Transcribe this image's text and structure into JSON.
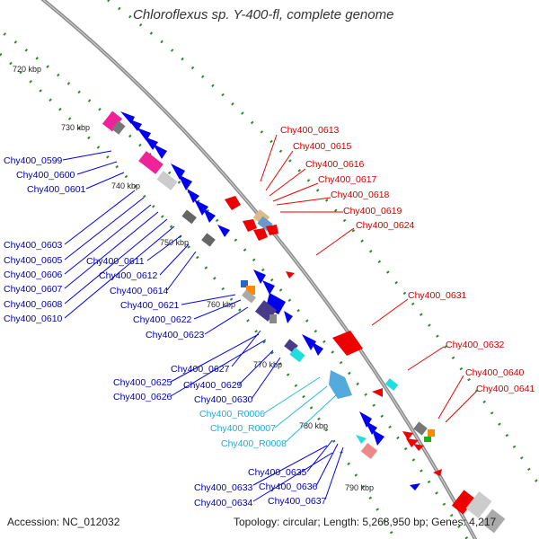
{
  "title": "Chloroflexus sp. Y-400-fl, complete genome",
  "accession_text": "Accession: NC_012032",
  "summary_text": "Topology: circular; Length: 5,268,950 bp; Genes: 4,217",
  "colors": {
    "backbone": "#8a8a8a",
    "minus_strand": "#0000ee",
    "plus_strand": "#ee0000",
    "rna": "#22bbdd",
    "tick": "#2a8a2a",
    "pseudo_grey": "#999999",
    "magenta": "#ee2299",
    "purple": "#4a3a8a"
  },
  "scale_labels": [
    "720 kbp",
    "730 kbp",
    "740 kbp",
    "750 kbp",
    "760 kbp",
    "770 kbp",
    "780 kbp",
    "790 kbp"
  ],
  "genes_left": [
    "Chy400_0599",
    "Chy400_0600",
    "Chy400_0601",
    "Chy400_0603",
    "Chy400_0605",
    "Chy400_0606",
    "Chy400_0607",
    "Chy400_0608",
    "Chy400_0610",
    "Chy400_0611",
    "Chy400_0612",
    "Chy400_0614",
    "Chy400_0621",
    "Chy400_0622",
    "Chy400_0623",
    "Chy400_0627",
    "Chy400_0625",
    "Chy400_0626",
    "Chy400_0629",
    "Chy400_0630",
    "Chy400_0635",
    "Chy400_0633",
    "Chy400_0636",
    "Chy400_0634",
    "Chy400_0637"
  ],
  "rna_labels": [
    "Chy400_R0006",
    "Chy400_R0007",
    "Chy400_R0008"
  ],
  "genes_right": [
    "Chy400_0613",
    "Chy400_0615",
    "Chy400_0616",
    "Chy400_0617",
    "Chy400_0618",
    "Chy400_0619",
    "Chy400_0624",
    "Chy400_0631",
    "Chy400_0632",
    "Chy400_0640",
    "Chy400_0641"
  ]
}
